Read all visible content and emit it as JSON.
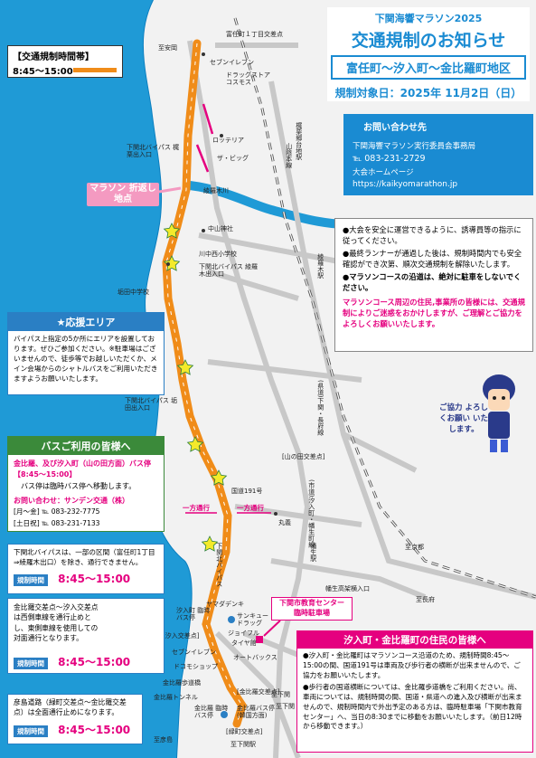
{
  "legend": {
    "title": "【交通規制時間帯】",
    "time": "8:45～15:00"
  },
  "header": {
    "event": "下関海響マラソン2025",
    "title": "交通規制のお知らせ",
    "area": "富任町～汐入町～金比羅町地区",
    "date": "規制対象日：2025年 11月2日（日）"
  },
  "contact": {
    "title": "お問い合わせ先",
    "org": "下関海響マラソン実行委員会事務局",
    "tel": "℡ 083-231-2729",
    "web_label": "大会ホームページ",
    "url": "https://kaikyomarathon.jp"
  },
  "notice": {
    "items": [
      "●大会を安全に運営できるように、誘導員等の指示に従ってください。",
      "●最終ランナーが通過した後は、規制時間内でも安全確認ができ次第、順次交通規制を解除いたします。",
      "●マラソンコースの沿道は、絶対に駐車をしないでください。"
    ],
    "request": "マラソンコース周辺の住民,事業所の皆様には、交通規制によりご迷惑をおかけしますが、ご理解とご協力をよろしくお願いいたします。"
  },
  "support": {
    "title": "★応援エリア",
    "body": "バイパス上指定の5か所にエリアを設置しております。ぜひご参加ください。※駐車場はございませんので、徒歩等でお越しいただくか、メイン会場からのシャトルバスをご利用いただきますようお願いいたします。"
  },
  "bus": {
    "title": "バスご利用の皆様へ",
    "stop": "金比羅、及び汐入町（山の田方面）バス停",
    "time": "【8:45～15:00】",
    "note": "バス停は臨時バス停へ移動します。",
    "contact_label": "お問い合わせ：サンデン交通（株）",
    "weekday": "[月～金] ℡ 083-232-7775",
    "weekend": "[土日祝] ℡ 083-231-7133"
  },
  "bypass": {
    "body": "下関北バイパスは、一部の区間（富任町1丁目⇒綾羅木出口）を除き、通行できません。",
    "tag": "規制時間",
    "time": "8:45～15:00"
  },
  "kanehara": {
    "body": "金比羅交差点～汐入交差点は西側車線を通行止めとし、東側車線を使用しての対面通行となります。",
    "tag": "規制時間",
    "time": "8:45～15:00"
  },
  "hikoshima": {
    "body": "彦島道路（緑町交差点～金比羅交差点）は全面通行止めになります。",
    "tag": "規制時間",
    "time": "8:45～15:00"
  },
  "residents": {
    "title": "汐入町・金比羅町の住民の皆様へ",
    "body": [
      "●汐入町・金比羅町はマラソンコース沿道のため、規制時間8:45～15:00の間、国道191号は車両及び歩行者の横断が出来ませんので、ご協力をお願いいたします。",
      "●歩行者の国道横断については、金比羅歩道橋をご利用ください。尚、車両については、規制時間の間、国道・県道への進入及び横断が出来ませんので、規制時間内で外出予定のある方は、臨時駐車場「下関市教育センター」へ、当日の8:30までに移動をお願いいたします。（前日12時から移動できます。）"
    ]
  },
  "callouts": {
    "uturn": "マラソン 折返し地点",
    "center_name": "下関市教育センター",
    "center_sub": "臨時駐車場",
    "one_way_1": "一方通行",
    "one_way_2": "一方通行",
    "mascot": "ご協力 よろしくお願い いたします。"
  },
  "map_labels": {
    "tomitou1": "富任町１丁目交差点",
    "shian": "至安岡",
    "seven1": "セブンイレブン",
    "drugstore": "ドラッグストア コスモス",
    "lottery": "ロッテリア",
    "zabig": "ザ・ビッグ",
    "bypass_ryo": "下関北バイパス 梶栗出入口",
    "sanin1": "山陰本線",
    "kajikuri_st": "梶栗郷台地駅",
    "ayaragi_river": "綾羅木川",
    "nakayama": "中山神社",
    "kawanaka": "川中西小学校",
    "bypass_aya": "下関北バイパス 綾羅木出入口",
    "ayaragi_st": "綾羅木駅",
    "sakata": "垢田中学校",
    "bypass_sak": "下関北バイパス 垢田出入口",
    "route_191": "国道191号",
    "route_247": "(県道)下関・長府線",
    "yamanota": "[山の田交差点]",
    "route_34": "(市道)汐入町・幡生町線",
    "maruyoshi": "丸義",
    "hatabu_st": "幡生駅",
    "shimo_bypass": "下関北バイパス",
    "shiota_temp": "汐入町 臨時バス停",
    "yamada": "ヤマダデンキ",
    "sunkyu": "サンキュードラッグ",
    "shiota_cross": "[汐入交差点]",
    "joyful": "ジョイフル",
    "tire": "タイヤ館",
    "seven2": "セブンイレブン",
    "dokomo": "ドコモショップ",
    "autobacs": "オートバックス",
    "konpira_bridge": "金比羅歩道橋",
    "konpira_cross": "[金比羅交差点]",
    "konpira_tun": "金比羅トンネル",
    "konpira_temp": "金比羅 臨時バス停",
    "konpira_stop": "金比羅バス停 (韓国方面)",
    "midori": "[緑町交差点]",
    "shikosho": "至彦島",
    "shimonoseki_st": "至下関駅",
    "shikyoto": "至京都",
    "hatabu_yard": "幡生高架横入口",
    "shikyoto2": "至長府",
    "route_tun": "至下関",
    "shimonoseki": "至下関"
  }
}
